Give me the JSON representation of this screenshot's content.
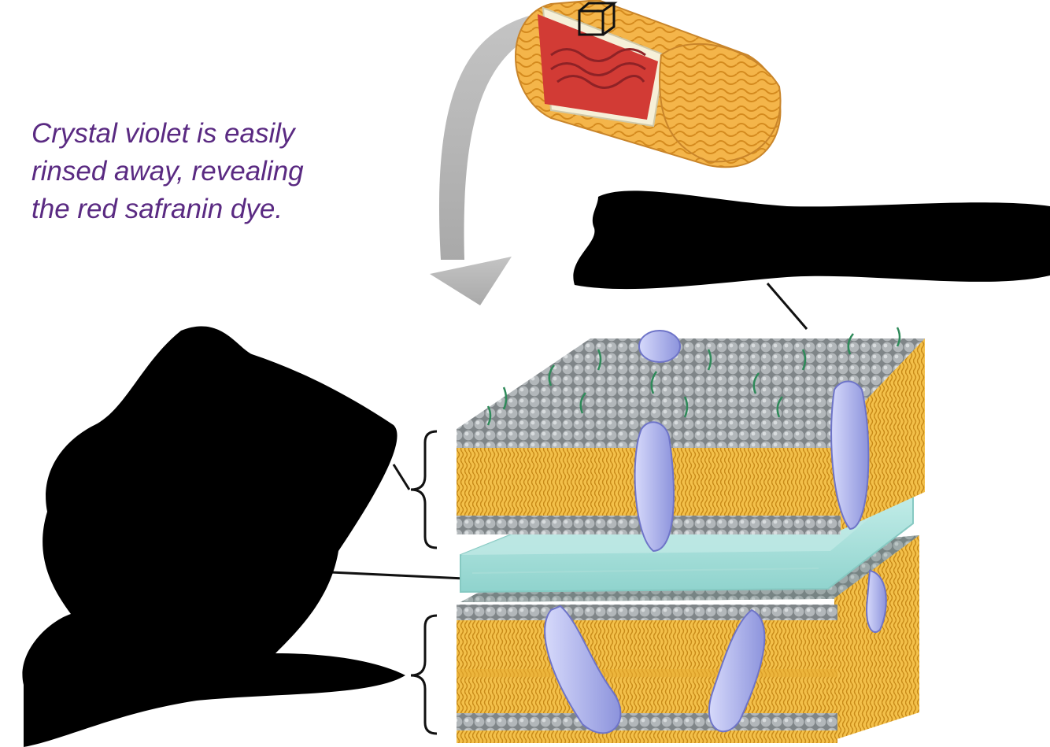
{
  "caption": {
    "lines": [
      "Crystal violet is easily",
      "rinsed away, revealing",
      "the red safranin dye."
    ]
  },
  "colors": {
    "caption_text": "#5a2a82",
    "arrow": "#b9b9b9",
    "cell_surface": "#f3b84a",
    "cell_interior": "#d9403a",
    "membrane_core": "#f2bd3c",
    "head_groups": "#9ea3a6",
    "peptidoglycan": "#a8e2de",
    "proteins": "#aeb3ee",
    "redaction": "#000000"
  },
  "icons": [
    "cube-outline-icon",
    "curved-arrow-icon"
  ]
}
